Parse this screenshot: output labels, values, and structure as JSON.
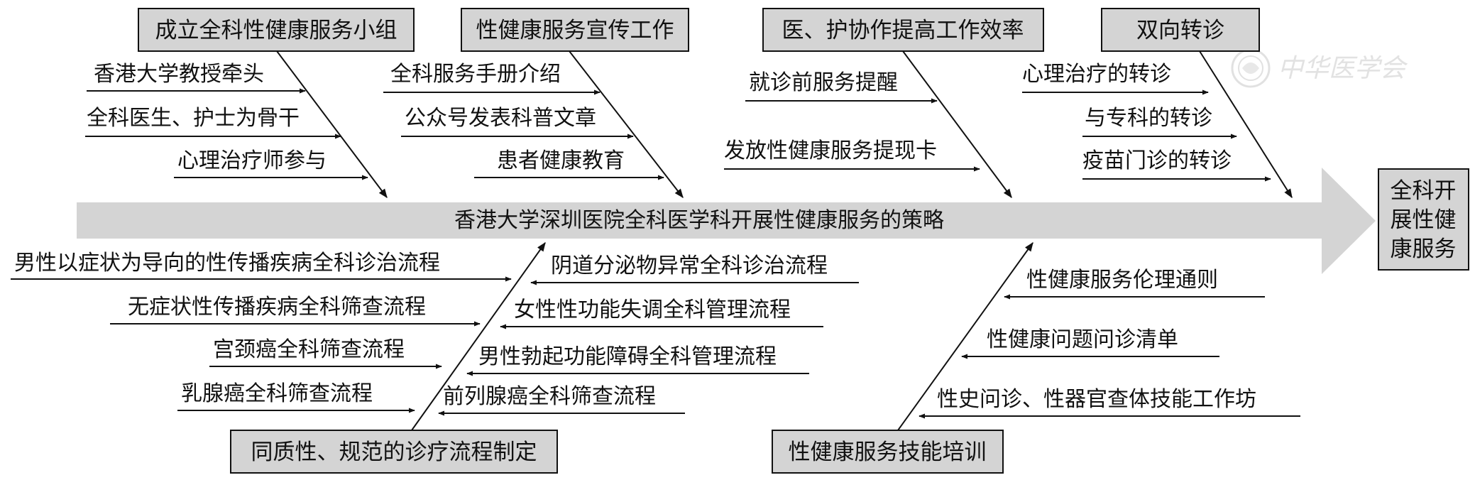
{
  "spine": {
    "label": "香港大学深圳医院全科医学科开展性健康服务的策略"
  },
  "head": {
    "lines": [
      "全科开",
      "展性健",
      "康服务"
    ]
  },
  "watermark": {
    "text": "中华医学会"
  },
  "categories": {
    "top": [
      {
        "title": "成立全科性健康服务小组",
        "causes": [
          "香港大学教授牵头",
          "全科医生、护士为骨干",
          "心理治疗师参与"
        ]
      },
      {
        "title": "性健康服务宣传工作",
        "causes": [
          "全科服务手册介绍",
          "公众号发表科普文章",
          "患者健康教育"
        ]
      },
      {
        "title": "医、护协作提高工作效率",
        "causes": [
          "就诊前服务提醒",
          "发放性健康服务提现卡"
        ]
      },
      {
        "title": "双向转诊",
        "causes": [
          "心理治疗的转诊",
          "与专科的转诊",
          "疫苗门诊的转诊"
        ]
      }
    ],
    "bottom": [
      {
        "title": "同质性、规范的诊疗流程制定",
        "causes_left": [
          "男性以症状为导向的性传播疾病全科诊治流程",
          "无症状性传播疾病全科筛查流程",
          "宫颈癌全科筛查流程",
          "乳腺癌全科筛查流程"
        ],
        "causes_right": [
          "阴道分泌物异常全科诊治流程",
          "女性性功能失调全科管理流程",
          "男性勃起功能障碍全科管理流程",
          "前列腺癌全科筛查流程"
        ]
      },
      {
        "title": "性健康服务技能培训",
        "causes": [
          "性健康服务伦理通则",
          "性健康问题问诊清单",
          "性史问诊、性器官查体技能工作坊"
        ]
      }
    ]
  }
}
